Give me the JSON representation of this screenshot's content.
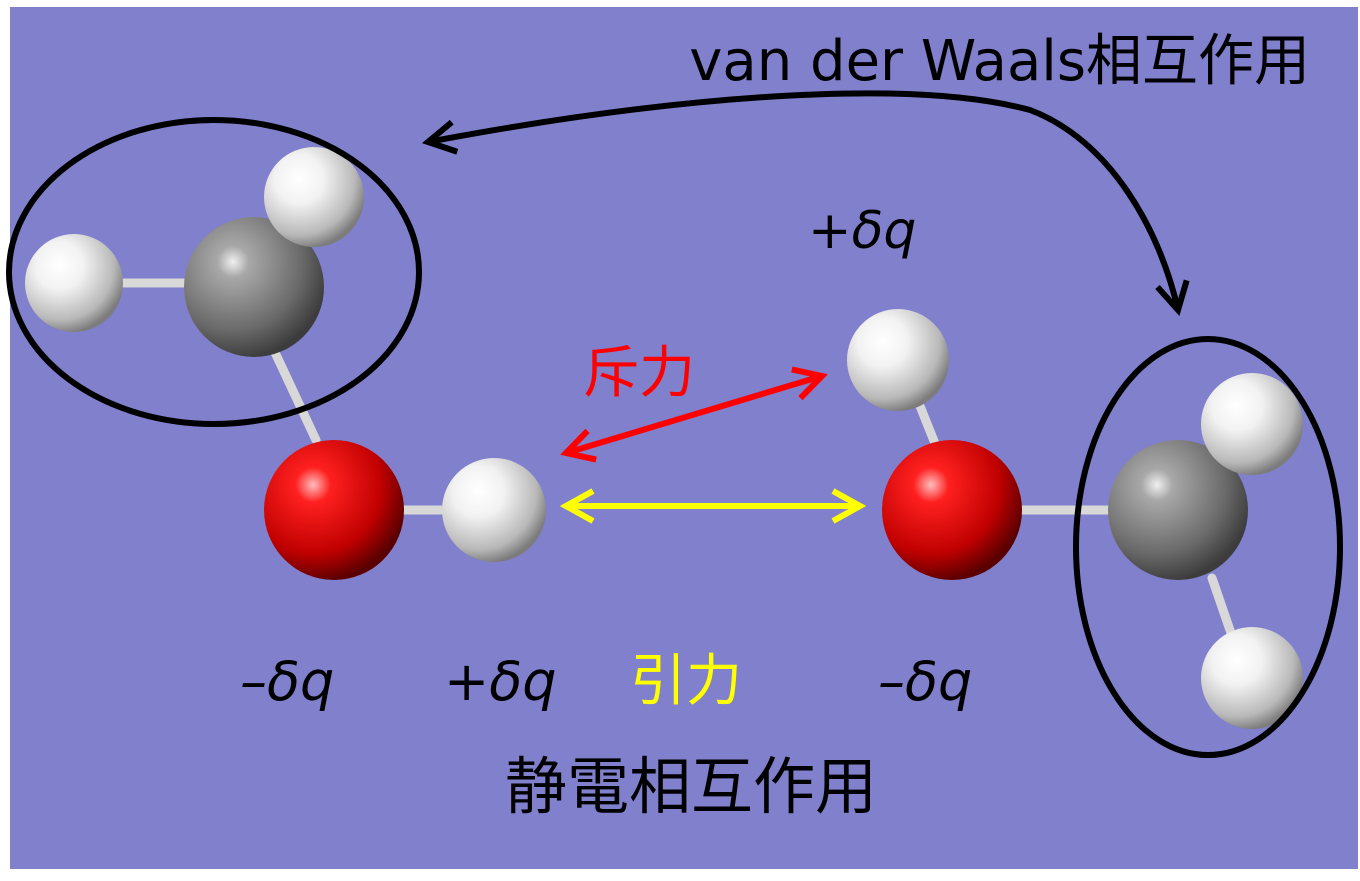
{
  "labels": {
    "vdw": "van der Waals相互作用",
    "repulsion": "斥力",
    "attraction": "引力",
    "electrostatic": "静電相互作用",
    "charge_top_right": "+δq",
    "charge_minus_left": "–δq",
    "charge_plus_mid": "+δq",
    "charge_minus_right": "–δq"
  },
  "colors": {
    "background": "#8080cc",
    "repulsion": "#ff0000",
    "attraction": "#ffff00",
    "outline": "#000000",
    "oxygen": "#ff0000",
    "carbon": "#808080",
    "hydrogen": "#ffffff",
    "bond": "#dcdcdc"
  }
}
